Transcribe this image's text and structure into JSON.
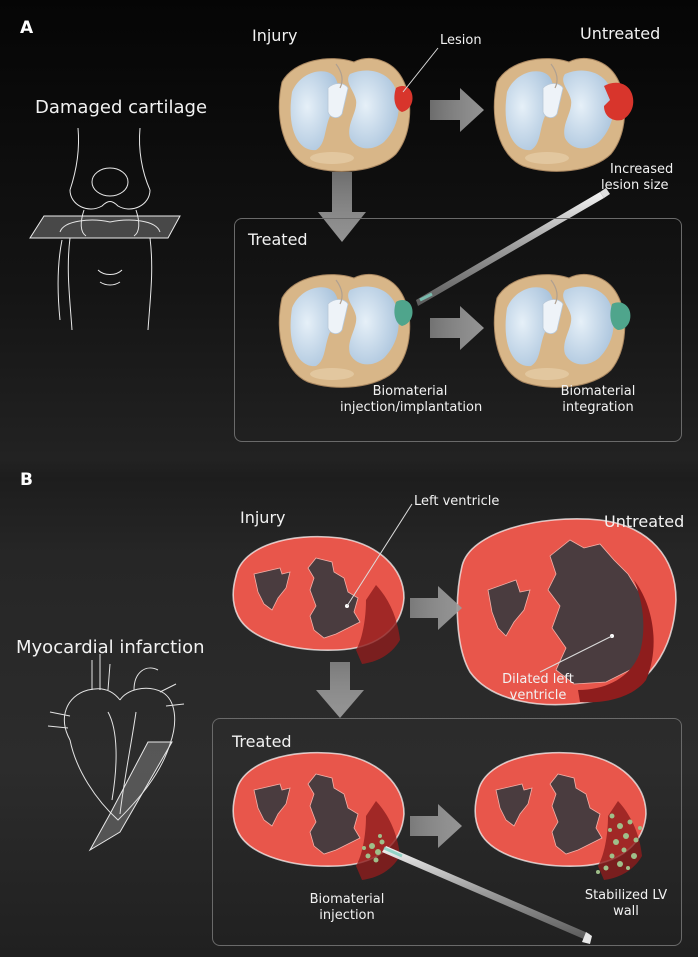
{
  "panel_a": {
    "letter": "A",
    "condition": "Damaged cartilage",
    "injury": "Injury",
    "lesion": "Lesion",
    "untreated": "Untreated",
    "untreated_note_1": "Increased",
    "untreated_note_2": "lesion size",
    "treated": "Treated",
    "step1_1": "Biomaterial",
    "step1_2": "injection/implantation",
    "step2_1": "Biomaterial",
    "step2_2": "integration"
  },
  "panel_b": {
    "letter": "B",
    "condition": "Myocardial infarction",
    "injury": "Injury",
    "left_ventricle": "Left ventricle",
    "untreated": "Untreated",
    "untreated_note_1": "Dilated left",
    "untreated_note_2": "ventricle",
    "treated": "Treated",
    "step1_1": "Biomaterial",
    "step1_2": "injection",
    "step2_1": "Stabilized LV",
    "step2_2": "wall"
  },
  "colors": {
    "cartilage": "#c9dced",
    "bone": "#d8b688",
    "lesion": "#d8352c",
    "biomaterial": "#4fa58c",
    "myocardium": "#e8564b",
    "ventricle": "#4a3c3f",
    "infarct": "#8e1d1d",
    "arrow": "#8c8c8c"
  }
}
